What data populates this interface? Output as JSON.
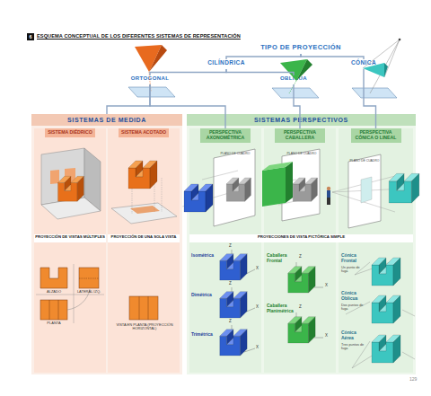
{
  "diagram": {
    "title": "ESQUEMA CONCEPTUAL DE LOS DIFERENTES SISTEMAS DE REPRESENTACIÓN",
    "nodes": [
      {
        "text": [
          "TIPO DE PROYECCIÓN"
        ]
      },
      {
        "text": [
          "CILÍNDRICA"
        ]
      },
      {
        "text": [
          "CÓNICA"
        ]
      },
      {
        "text": [
          "ORTOGONAL"
        ]
      },
      {
        "text": [
          "OBLICUA"
        ]
      },
      {
        "text": [
          "SISTEMAS DE MEDIDA"
        ]
      },
      {
        "text": [
          "SISTEMA DIÉDRICO"
        ],
        "in": 5
      },
      {
        "text": [
          "SISTEMA ACOTADO"
        ],
        "in": 5
      },
      {
        "text": [
          "SISTEMAS PERSPECTIVOS"
        ]
      },
      {
        "text": [
          "PERSPECTIVA AXONOMÉTRICA"
        ],
        "in": 8
      },
      {
        "text": [
          "PERSPECTIVA CABALLERA"
        ],
        "in": 8
      },
      {
        "text": [
          "PERSPECTIVA CÓNICA O LINEAL"
        ],
        "in": 8
      }
    ],
    "edges": [
      {
        "from": 0,
        "to": 1,
        "arrow": "none"
      },
      {
        "from": 0,
        "to": 2,
        "arrow": "none"
      },
      {
        "from": 1,
        "to": 3,
        "arrow": "none"
      },
      {
        "from": 1,
        "to": 4,
        "arrow": "none"
      },
      {
        "from": 3,
        "to": 5,
        "arrow": "none"
      },
      {
        "from": 3,
        "to": 9,
        "arrow": "none"
      },
      {
        "from": 4,
        "to": 10,
        "arrow": "none"
      },
      {
        "from": 2,
        "to": 11,
        "arrow": "none"
      }
    ],
    "labels": [
      "PROYECCIÓN DE VISTAS MÚLTIPLES",
      "PROYECCIÓN DE UNA SOLA VISTA",
      "PROYECCIONES DE VISTA PICTÓRICA SIMPLE",
      "ALZADO",
      "LATERAL IZQ.",
      "PLANTA",
      "VISTA EN PLANTA (PROYECCIÓN HORIZONTAL)",
      "Isométrica",
      "Dimétrica",
      "Trimétrica",
      "Caballera Frontal",
      "Caballera Planimétrica",
      "Cónica Frontal",
      "Un punto de fuga",
      "Cónica Oblicua",
      "Dos puntos de fuga",
      "Cónica Aérea",
      "Tres puntos de fuga",
      "PLANO DE CUADRO",
      "PLANO DE CUADRO",
      "PLANO DE CUADRO",
      "129",
      "6",
      "Z",
      "X",
      "Z",
      "X",
      "Z",
      "X",
      "Z",
      "X",
      "Z",
      "X"
    ]
  }
}
